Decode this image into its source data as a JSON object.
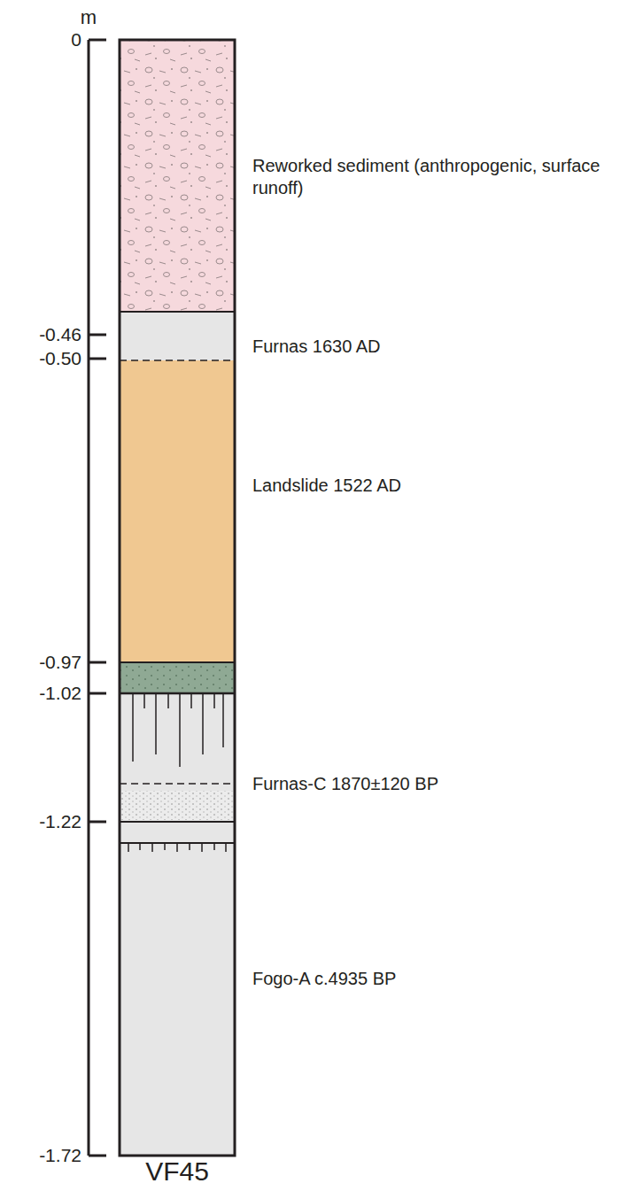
{
  "diagram": {
    "labels": [
      "m",
      "0",
      "-0.46",
      "-0.50",
      "-0.97",
      "-1.02",
      "-1.22",
      "-1.72",
      "Reworked sediment (anthropogenic, surface runoff)",
      "Furnas 1630 AD",
      "Landslide 1522 AD",
      "Furnas-C 1870±120 BP",
      "Fogo-A c.4935 BP",
      "VF45"
    ]
  }
}
